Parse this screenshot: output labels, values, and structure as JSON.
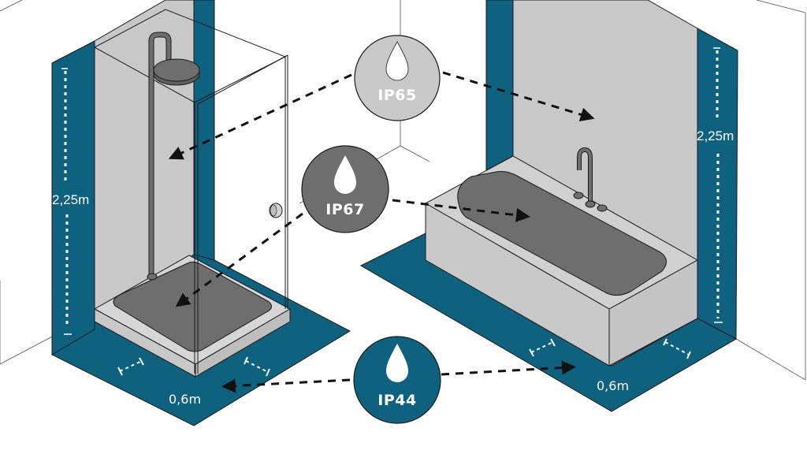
{
  "title": "Bathroom IP protection zones",
  "colors": {
    "zone_teal": "#0e6280",
    "wall_grey": "#c8c8c8",
    "fixture_dark": "#6e6e6e",
    "outline": "#1a1a1a",
    "ip65_badge": "#c8c8c8",
    "ip67_badge": "#6e6e6e",
    "ip44_badge": "#0e6280",
    "label_white": "#ffffff"
  },
  "badges": [
    {
      "id": "ip65",
      "label": "IP65",
      "icon": "water-drop-icon",
      "targets": [
        "shower-wall-zone",
        "bath-wall-zone"
      ]
    },
    {
      "id": "ip67",
      "label": "IP67",
      "icon": "water-drop-icon",
      "targets": [
        "shower-tray",
        "bathtub-basin"
      ]
    },
    {
      "id": "ip44",
      "label": "IP44",
      "icon": "water-drop-icon",
      "targets": [
        "shower-floor-zone",
        "bath-floor-zone"
      ]
    }
  ],
  "dimensions": {
    "shower_height": "2,25m",
    "shower_floor_margin": "0,6m",
    "bath_height": "2,25m",
    "bath_floor_margin": "0,6m"
  }
}
